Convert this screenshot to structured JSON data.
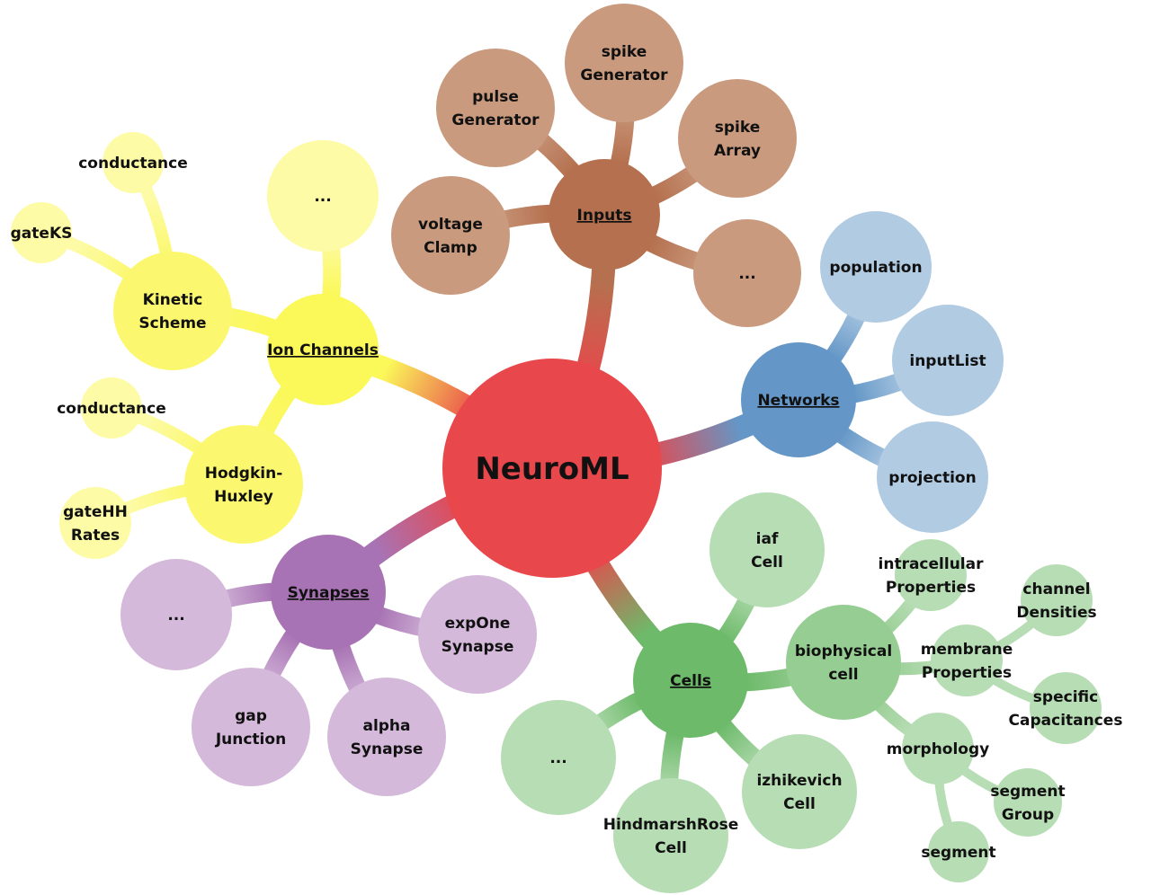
{
  "root": {
    "label": "NeuroML",
    "color": "#e8474b"
  },
  "branches": [
    {
      "id": "inputs",
      "label": "Inputs",
      "color": "#b5714f",
      "leaf_color": "#c99a7e",
      "leaves": [
        {
          "id": "pulse-generator",
          "lines": [
            "pulse",
            "Generator"
          ]
        },
        {
          "id": "spike-generator",
          "lines": [
            "spike",
            "Generator"
          ]
        },
        {
          "id": "spike-array",
          "lines": [
            "spike",
            "Array"
          ]
        },
        {
          "id": "voltage-clamp",
          "lines": [
            "voltage",
            "Clamp"
          ]
        },
        {
          "id": "inputs-more",
          "lines": [
            "..."
          ]
        }
      ]
    },
    {
      "id": "networks",
      "label": "Networks",
      "color": "#6497c7",
      "leaf_color": "#b1cbe3",
      "leaves": [
        {
          "id": "population",
          "lines": [
            "population"
          ]
        },
        {
          "id": "input-list",
          "lines": [
            "inputList"
          ]
        },
        {
          "id": "projection",
          "lines": [
            "projection"
          ]
        }
      ]
    },
    {
      "id": "ion-channels",
      "label": "Ion Channels",
      "color": "#fbf85a",
      "leaf_color": "#fdfba5",
      "leaves": [
        {
          "id": "ion-more",
          "lines": [
            "..."
          ]
        },
        {
          "id": "kinetic-scheme",
          "lines": [
            "Kinetic",
            "Scheme"
          ],
          "color": "#fbf870",
          "children": [
            {
              "id": "ks-conductance",
              "lines": [
                "conductance"
              ]
            },
            {
              "id": "gate-ks",
              "lines": [
                "gateKS"
              ]
            }
          ]
        },
        {
          "id": "hodgkin-huxley",
          "lines": [
            "Hodgkin-",
            "Huxley"
          ],
          "color": "#fbf870",
          "children": [
            {
              "id": "hh-conductance",
              "lines": [
                "conductance"
              ]
            },
            {
              "id": "gate-hh-rates",
              "lines": [
                "gateHH",
                "Rates"
              ]
            }
          ]
        }
      ]
    },
    {
      "id": "synapses",
      "label": "Synapses",
      "color": "#a873b4",
      "leaf_color": "#d4b9da",
      "leaves": [
        {
          "id": "syn-more",
          "lines": [
            "..."
          ]
        },
        {
          "id": "exp-one-synapse",
          "lines": [
            "expOne",
            "Synapse"
          ]
        },
        {
          "id": "gap-junction",
          "lines": [
            "gap",
            "Junction"
          ]
        },
        {
          "id": "alpha-synapse",
          "lines": [
            "alpha",
            "Synapse"
          ]
        }
      ]
    },
    {
      "id": "cells",
      "label": "Cells",
      "color": "#6dba6a",
      "leaf_color": "#b7ddb4",
      "leaves": [
        {
          "id": "iaf-cell",
          "lines": [
            "iaf",
            "Cell"
          ]
        },
        {
          "id": "biophysical-cell",
          "lines": [
            "biophysical",
            "cell"
          ],
          "color": "#96cd92",
          "children": [
            {
              "id": "intracellular-properties",
              "lines": [
                "intracellular",
                "Properties"
              ]
            },
            {
              "id": "membrane-properties",
              "lines": [
                "membrane",
                "Properties"
              ],
              "children": [
                {
                  "id": "channel-densities",
                  "lines": [
                    "channel",
                    "Densities"
                  ]
                },
                {
                  "id": "specific-capacitances",
                  "lines": [
                    "specific",
                    "Capacitances"
                  ]
                }
              ]
            },
            {
              "id": "morphology",
              "lines": [
                "morphology"
              ],
              "children": [
                {
                  "id": "segment-group",
                  "lines": [
                    "segment",
                    "Group"
                  ]
                },
                {
                  "id": "segment",
                  "lines": [
                    "segment"
                  ]
                }
              ]
            }
          ]
        },
        {
          "id": "cells-more",
          "lines": [
            "..."
          ]
        },
        {
          "id": "hindmarsh-rose-cell",
          "lines": [
            "HindmarshRose",
            "Cell"
          ]
        },
        {
          "id": "izhikevich-cell",
          "lines": [
            "izhikevich",
            "Cell"
          ]
        }
      ]
    }
  ]
}
